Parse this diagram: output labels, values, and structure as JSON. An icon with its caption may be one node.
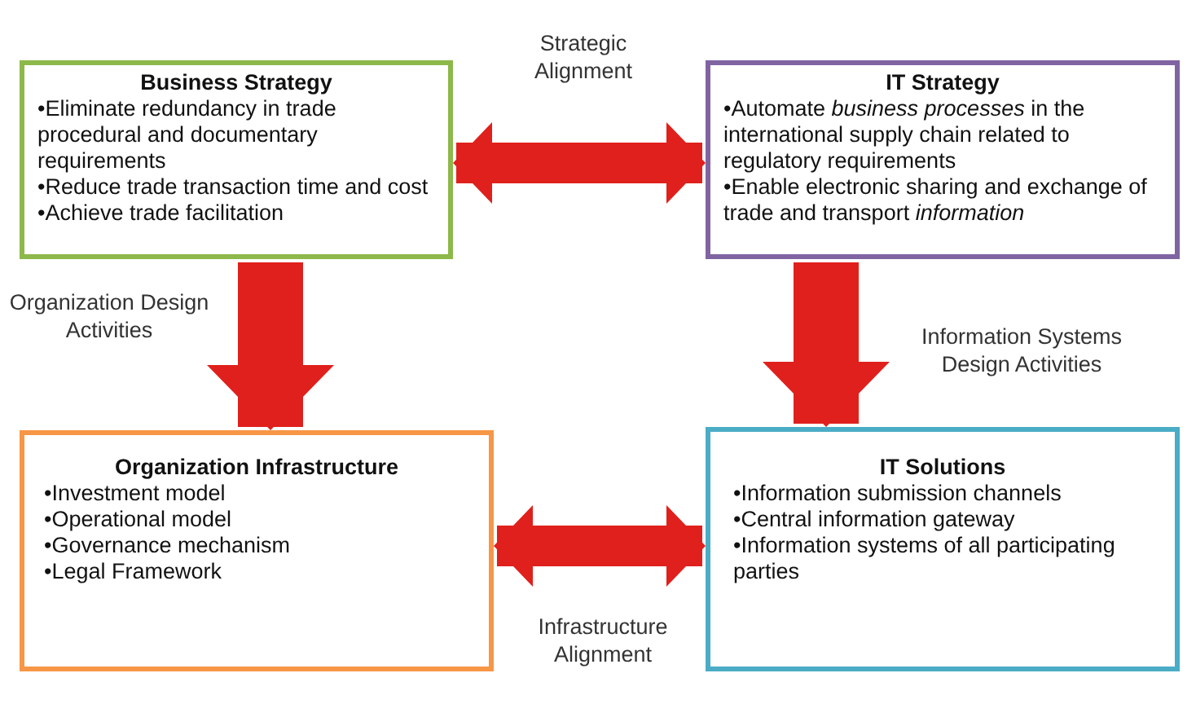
{
  "diagram": {
    "nodes": [
      {
        "text": [
          "Business Strategy",
          "•Eliminate redundancy in trade procedural and documentary requirements",
          "•Reduce trade transaction time and cost",
          "•Achieve trade facilitation"
        ]
      },
      {
        "text": [
          "IT Strategy",
          "•Automate *business processes* in the international supply chain related to regulatory requirements",
          "•Enable electronic sharing and exchange of trade and transport *information*"
        ]
      },
      {
        "text": [
          "Organization Infrastructure",
          "•Investment model",
          "•Operational model",
          "•Governance mechanism",
          "•Legal Framework"
        ]
      },
      {
        "text": [
          "IT Solutions",
          "•Information submission channels",
          "•Central information gateway",
          "•Information systems of all participating parties"
        ]
      }
    ],
    "edges": [
      {
        "from": 0,
        "to": 1,
        "arrow": "both",
        "label": "Strategic Alignment"
      },
      {
        "from": 0,
        "to": 2,
        "arrow": "to",
        "label": "Organization Design Activities"
      },
      {
        "from": 1,
        "to": 3,
        "arrow": "to",
        "label": "Information Systems Design Activities"
      },
      {
        "from": 2,
        "to": 3,
        "arrow": "both",
        "label": "Infrastructure Alignment"
      }
    ]
  }
}
